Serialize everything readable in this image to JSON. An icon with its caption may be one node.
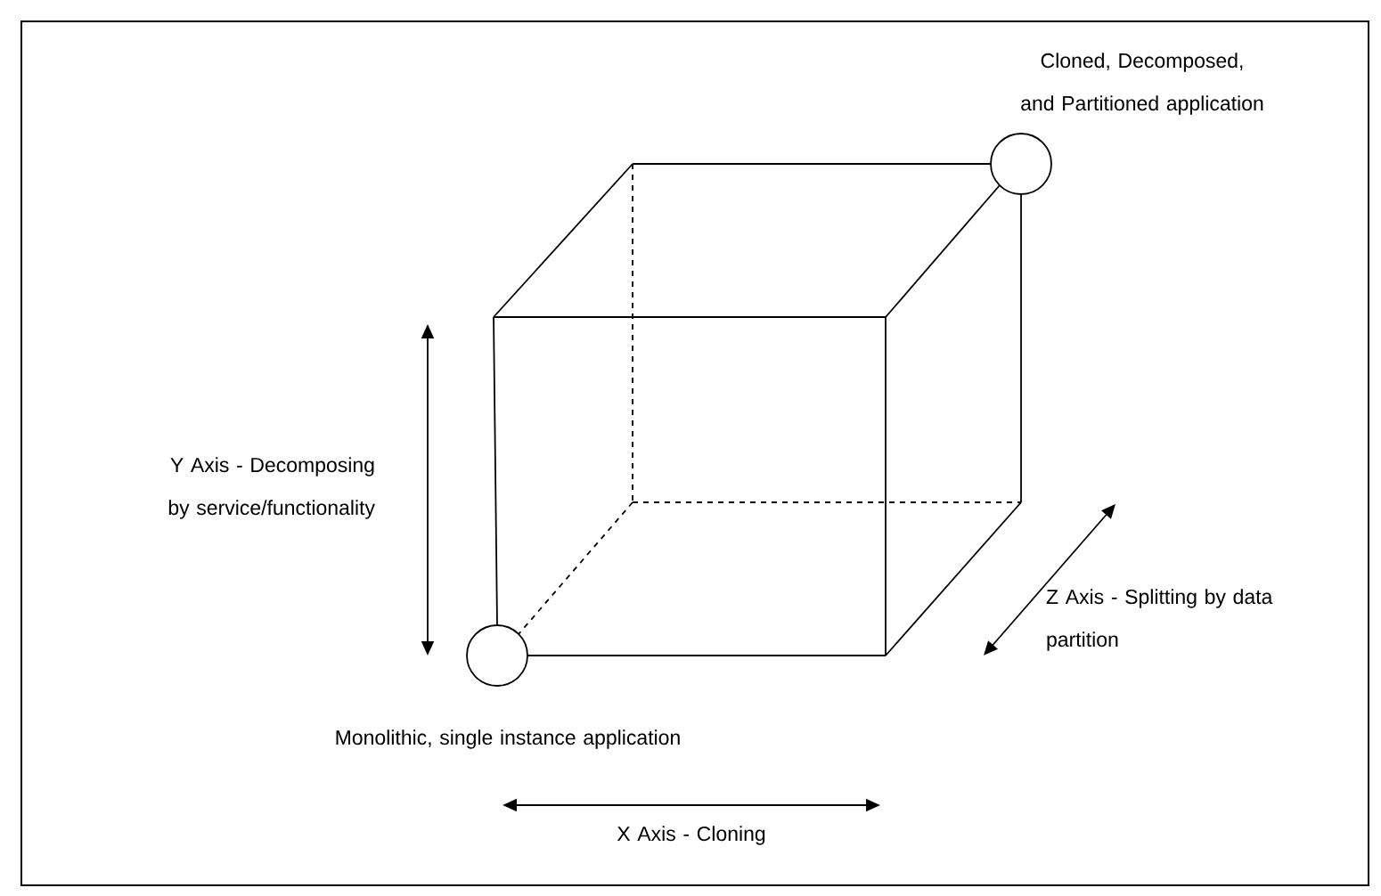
{
  "diagram": {
    "nodes": [
      {
        "text": [
          "Cloned, Decomposed, and Partitioned application"
        ]
      },
      {
        "text": [
          "Monolithic, single instance application"
        ]
      }
    ],
    "labels": [
      "Y Axis - Decomposing by service/functionality",
      "Z Axis - Splitting by data partition",
      "X Axis - Cloning"
    ]
  }
}
